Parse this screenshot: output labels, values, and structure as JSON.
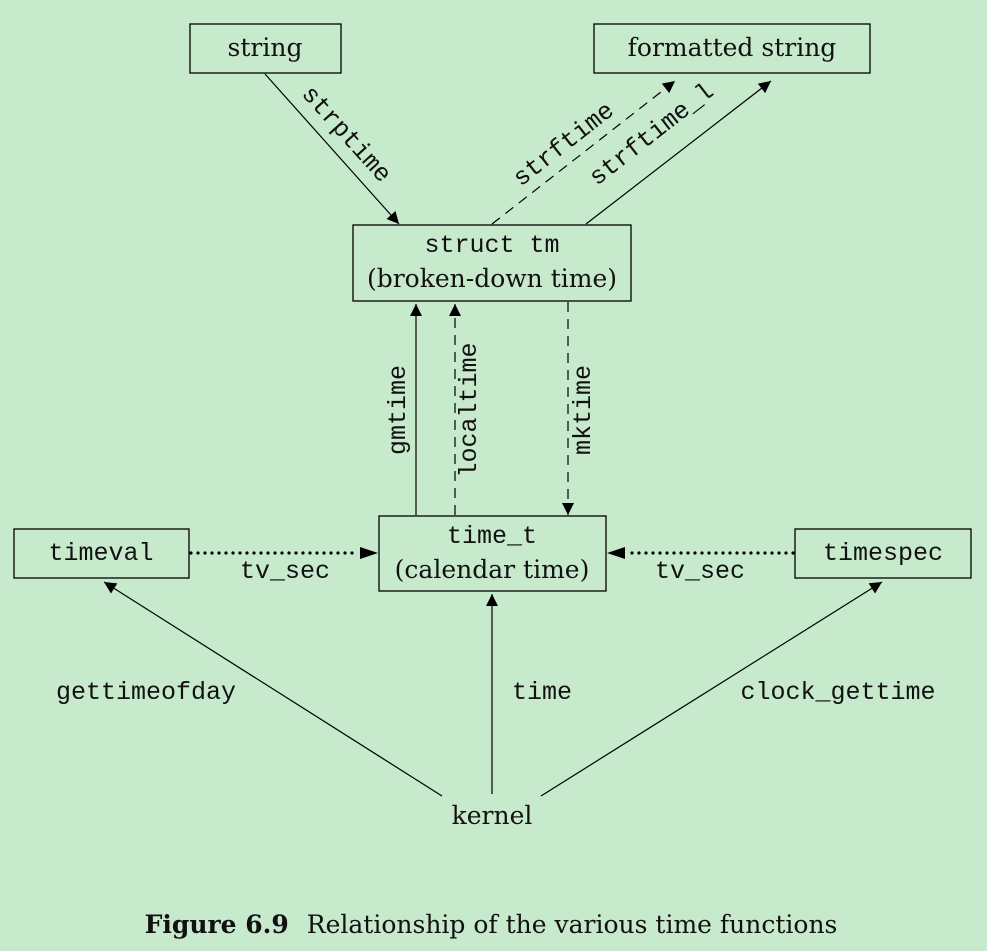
{
  "nodes": {
    "string": "string",
    "formatted_string": "formatted string",
    "struct_tm_name": "struct tm",
    "struct_tm_desc": "(broken-down time)",
    "time_t_name": "time_t",
    "time_t_desc": "(calendar time)",
    "timeval": "timeval",
    "timespec": "timespec",
    "kernel": "kernel"
  },
  "edges": {
    "strptime": "strptime",
    "strftime": "strftime",
    "strftime_l": "strftime_l",
    "gmtime": "gmtime",
    "localtime": "localtime",
    "mktime": "mktime",
    "tv_sec_left": "tv_sec",
    "tv_sec_right": "tv_sec",
    "gettimeofday": "gettimeofday",
    "time": "time",
    "clock_gettime": "clock_gettime"
  },
  "caption": {
    "label": "Figure 6.9",
    "text": "Relationship of the various time functions"
  }
}
